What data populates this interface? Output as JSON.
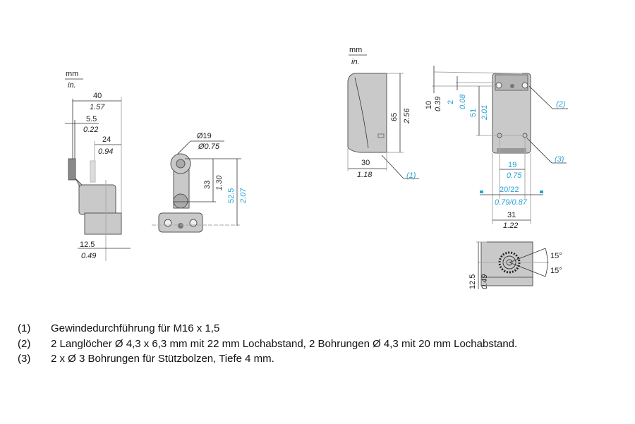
{
  "units": {
    "mm": "mm",
    "in": "in."
  },
  "view_left": {
    "d40": "40",
    "d40_in": "1.57",
    "d5_5": "5.5",
    "d5_5_in": "0.22",
    "d24": "24",
    "d24_in": "0.94",
    "d12_5": "12.5",
    "d12_5_in": "0.49"
  },
  "view_front": {
    "roller": "Ø19",
    "roller_in": "Ø0.75",
    "d33": "33",
    "d33_in": "1.30",
    "d52_5": "52.5",
    "d52_5_in": "2.07"
  },
  "view_side": {
    "d65": "65",
    "d65_in": "2.56",
    "d30": "30",
    "d30_in": "1.18",
    "ref1": "(1)"
  },
  "view_rear": {
    "d10": "10",
    "d10_in": "0.39",
    "d2": "2",
    "d2_in": "0.08",
    "d51": "51",
    "d51_in": "2.01",
    "d19": "19",
    "d19_in": "0.75",
    "d20_22": "20/22",
    "d20_22_in": "0.79/0.87",
    "d31": "31",
    "d31_in": "1.22",
    "ref2": "(2)",
    "ref3": "(3)"
  },
  "view_bottom": {
    "a1": "15°",
    "a2": "15°",
    "d12_5": "12.5",
    "d12_5_in": "0.49"
  },
  "notes": [
    {
      "num": "(1)",
      "text": "Gewindedurchführung für M16 x 1,5"
    },
    {
      "num": "(2)",
      "text": "2 Langlöcher Ø 4,3 x 6,3 mm mit 22 mm Lochabstand, 2 Bohrungen Ø 4,3 mit 20 mm Lochabstand."
    },
    {
      "num": "(3)",
      "text": "2 x Ø 3 Bohrungen für Stützbolzen, Tiefe 4 mm."
    }
  ],
  "colors": {
    "accent": "#29a3d6"
  }
}
